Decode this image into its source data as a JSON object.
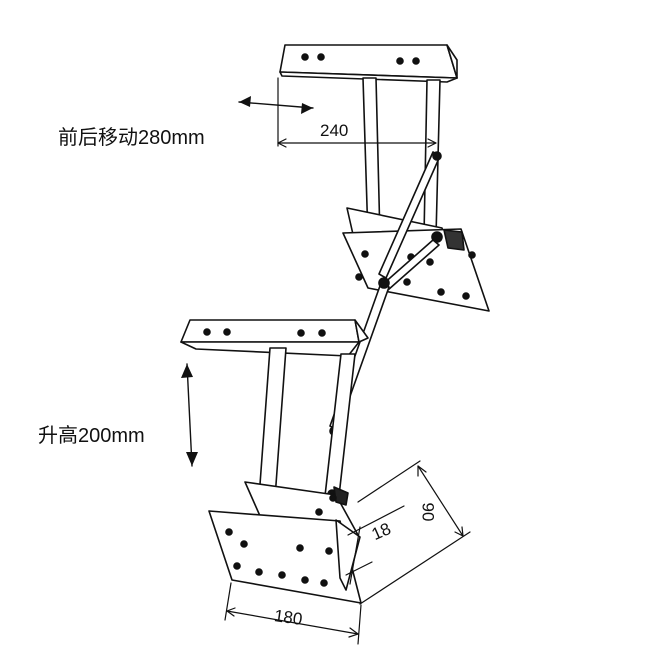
{
  "annotations": {
    "move_label": "前后移动280mm",
    "lift_label": "升高200mm"
  },
  "dimensions": {
    "top_width": "240",
    "bottom_width": "180",
    "side_depth": "90",
    "side_thickness": "18"
  },
  "colors": {
    "line": "#111111",
    "dark_fill": "#222222",
    "paper": "#ffffff"
  }
}
